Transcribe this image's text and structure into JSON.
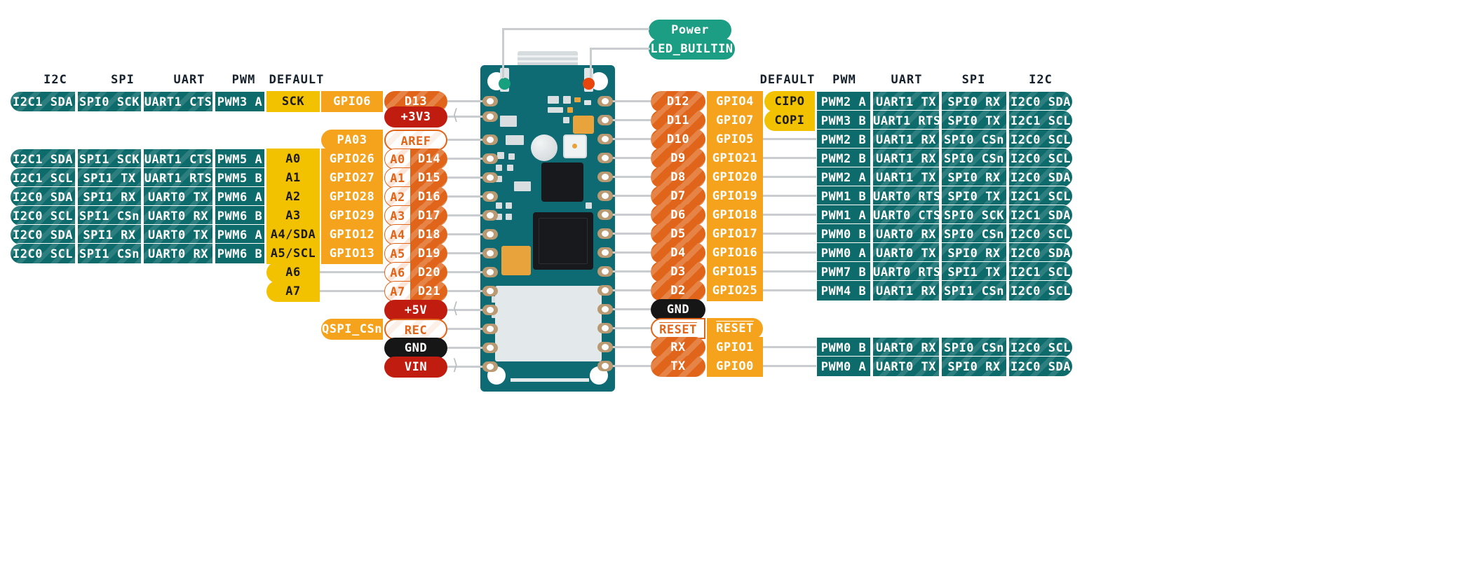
{
  "diagram": {
    "title": "Arduino Nano RP2040 Connect Pinout",
    "colors": {
      "teal": "#0e6b6b",
      "yellow": "#f2c200",
      "orange": "#f5a21d",
      "pin_orange": "#e0651a",
      "red": "#c01c10",
      "black": "#161616",
      "green": "#1c9e84",
      "board": "#0e6b74",
      "lead": "#c9cdd0"
    }
  },
  "callouts": [
    {
      "label": "Power",
      "name": "callout-power"
    },
    {
      "label": "LED_BUILTIN",
      "name": "callout-led-builtin"
    }
  ],
  "left": {
    "headers": [
      "I2C",
      "SPI",
      "UART",
      "PWM",
      "DEFAULT"
    ],
    "rows": [
      {
        "i2c": "I2C1 SDA",
        "spi": "SPI0 SCK",
        "uart": "UART1 CTS",
        "pwm": "PWM3 A",
        "default": "SCK",
        "gpio": "GPIO6",
        "analog": "",
        "pin": "D13",
        "kind": "digital"
      },
      {
        "i2c": "",
        "spi": "",
        "uart": "",
        "pwm": "",
        "default": "",
        "gpio": "",
        "analog": "",
        "pin": "+3V3",
        "kind": "power"
      },
      {
        "i2c": "",
        "spi": "",
        "uart": "",
        "pwm": "",
        "default": "",
        "gpio": "PA03",
        "analog": "",
        "pin": "AREF",
        "kind": "outline"
      },
      {
        "i2c": "I2C1 SDA",
        "spi": "SPI1 SCK",
        "uart": "UART1 CTS",
        "pwm": "PWM5 A",
        "default": "A0",
        "gpio": "GPIO26",
        "analog": "A0",
        "pin": "D14",
        "kind": "analog"
      },
      {
        "i2c": "I2C1 SCL",
        "spi": "SPI1 TX",
        "uart": "UART1 RTS",
        "pwm": "PWM5 B",
        "default": "A1",
        "gpio": "GPIO27",
        "analog": "A1",
        "pin": "D15",
        "kind": "analog"
      },
      {
        "i2c": "I2C0 SDA",
        "spi": "SPI1 RX",
        "uart": "UART0 TX",
        "pwm": "PWM6 A",
        "default": "A2",
        "gpio": "GPIO28",
        "analog": "A2",
        "pin": "D16",
        "kind": "analog"
      },
      {
        "i2c": "I2C0 SCL",
        "spi": "SPI1 CSn",
        "uart": "UART0 RX",
        "pwm": "PWM6 B",
        "default": "A3",
        "gpio": "GPIO29",
        "analog": "A3",
        "pin": "D17",
        "kind": "analog"
      },
      {
        "i2c": "I2C0 SDA",
        "spi": "SPI1 RX",
        "uart": "UART0 TX",
        "pwm": "PWM6 A",
        "default": "A4/SDA",
        "gpio": "GPIO12",
        "analog": "A4",
        "pin": "D18",
        "kind": "analog"
      },
      {
        "i2c": "I2C0 SCL",
        "spi": "SPI1 CSn",
        "uart": "UART0 RX",
        "pwm": "PWM6 B",
        "default": "A5/SCL",
        "gpio": "GPIO13",
        "analog": "A5",
        "pin": "D19",
        "kind": "analog"
      },
      {
        "i2c": "",
        "spi": "",
        "uart": "",
        "pwm": "",
        "default": "A6",
        "gpio": "",
        "analog": "A6",
        "pin": "D20",
        "kind": "analog"
      },
      {
        "i2c": "",
        "spi": "",
        "uart": "",
        "pwm": "",
        "default": "A7",
        "gpio": "",
        "analog": "A7",
        "pin": "D21",
        "kind": "analog"
      },
      {
        "i2c": "",
        "spi": "",
        "uart": "",
        "pwm": "",
        "default": "",
        "gpio": "",
        "analog": "",
        "pin": "+5V",
        "kind": "power"
      },
      {
        "i2c": "",
        "spi": "",
        "uart": "",
        "pwm": "",
        "default": "",
        "gpio": "QSPI_CSn",
        "analog": "",
        "pin": "REC",
        "kind": "outline"
      },
      {
        "i2c": "",
        "spi": "",
        "uart": "",
        "pwm": "",
        "default": "",
        "gpio": "",
        "analog": "",
        "pin": "GND",
        "kind": "gnd"
      },
      {
        "i2c": "",
        "spi": "",
        "uart": "",
        "pwm": "",
        "default": "",
        "gpio": "",
        "analog": "",
        "pin": "VIN",
        "kind": "power"
      }
    ]
  },
  "right": {
    "headers": [
      "DEFAULT",
      "PWM",
      "UART",
      "SPI",
      "I2C"
    ],
    "rows": [
      {
        "pin": "D12",
        "kind": "digital",
        "gpio": "GPIO4",
        "default": "CIPO",
        "pwm": "PWM2 A",
        "uart": "UART1 TX",
        "spi": "SPI0 RX",
        "i2c": "I2C0 SDA"
      },
      {
        "pin": "D11",
        "kind": "digital",
        "gpio": "GPIO7",
        "default": "COPI",
        "pwm": "PWM3 B",
        "uart": "UART1 RTS",
        "spi": "SPI0 TX",
        "i2c": "I2C1 SCL"
      },
      {
        "pin": "D10",
        "kind": "digital",
        "gpio": "GPIO5",
        "default": "",
        "pwm": "PWM2 B",
        "uart": "UART1 RX",
        "spi": "SPI0 CSn",
        "i2c": "I2C0 SCL"
      },
      {
        "pin": "D9",
        "kind": "digital",
        "gpio": "GPIO21",
        "default": "",
        "pwm": "PWM2 B",
        "uart": "UART1 RX",
        "spi": "SPI0 CSn",
        "i2c": "I2C0 SCL"
      },
      {
        "pin": "D8",
        "kind": "digital",
        "gpio": "GPIO20",
        "default": "",
        "pwm": "PWM2 A",
        "uart": "UART1 TX",
        "spi": "SPI0 RX",
        "i2c": "I2C0 SDA"
      },
      {
        "pin": "D7",
        "kind": "digital",
        "gpio": "GPIO19",
        "default": "",
        "pwm": "PWM1 B",
        "uart": "UART0 RTS",
        "spi": "SPI0 TX",
        "i2c": "I2C1 SCL"
      },
      {
        "pin": "D6",
        "kind": "digital",
        "gpio": "GPIO18",
        "default": "",
        "pwm": "PWM1 A",
        "uart": "UART0 CTS",
        "spi": "SPI0 SCK",
        "i2c": "I2C1 SDA"
      },
      {
        "pin": "D5",
        "kind": "digital",
        "gpio": "GPIO17",
        "default": "",
        "pwm": "PWM0 B",
        "uart": "UART0 RX",
        "spi": "SPI0 CSn",
        "i2c": "I2C0 SCL"
      },
      {
        "pin": "D4",
        "kind": "digital",
        "gpio": "GPIO16",
        "default": "",
        "pwm": "PWM0 A",
        "uart": "UART0 TX",
        "spi": "SPI0 RX",
        "i2c": "I2C0 SDA"
      },
      {
        "pin": "D3",
        "kind": "digital",
        "gpio": "GPIO15",
        "default": "",
        "pwm": "PWM7 B",
        "uart": "UART0 RTS",
        "spi": "SPI1 TX",
        "i2c": "I2C1 SCL"
      },
      {
        "pin": "D2",
        "kind": "digital",
        "gpio": "GPIO25",
        "default": "",
        "pwm": "PWM4 B",
        "uart": "UART1 RX",
        "spi": "SPI1 CSn",
        "i2c": "I2C0 SCL"
      },
      {
        "pin": "GND",
        "kind": "gnd",
        "gpio": "",
        "default": "",
        "pwm": "",
        "uart": "",
        "spi": "",
        "i2c": ""
      },
      {
        "pin": "RESET",
        "kind": "reset",
        "gpio": "RESET",
        "default": "",
        "pwm": "",
        "uart": "",
        "spi": "",
        "i2c": ""
      },
      {
        "pin": "RX",
        "kind": "digital",
        "gpio": "GPIO1",
        "default": "",
        "pwm": "PWM0 B",
        "uart": "UART0 RX",
        "spi": "SPI0 CSn",
        "i2c": "I2C0 SCL"
      },
      {
        "pin": "TX",
        "kind": "digital",
        "gpio": "GPIO0",
        "default": "",
        "pwm": "PWM0 A",
        "uart": "UART0 TX",
        "spi": "SPI0 RX",
        "i2c": "I2C0 SDA"
      }
    ]
  }
}
